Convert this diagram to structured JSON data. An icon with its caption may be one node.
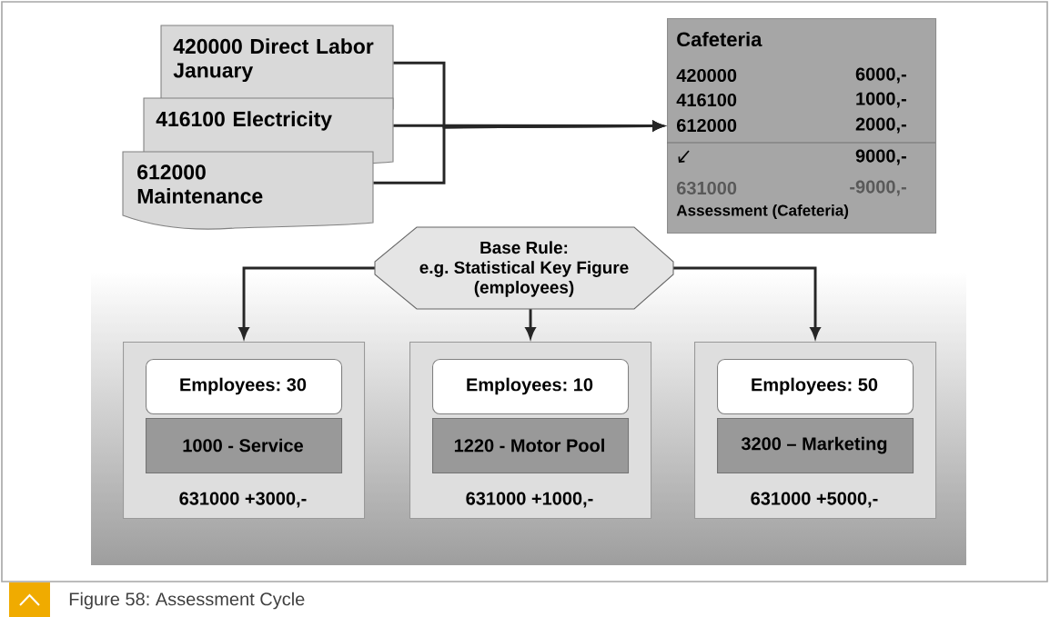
{
  "diagram": {
    "caption": "Figure 58: Assessment Cycle",
    "nodes": [
      {
        "text": [
          "420000 Direct Labor January"
        ]
      },
      {
        "text": [
          "416100 Electricity"
        ]
      },
      {
        "text": [
          "612000 Maintenance"
        ]
      },
      {
        "text": [
          "Cafeteria",
          "420000",
          "6000,-",
          "416100",
          "1000,-",
          "612000",
          "2000,-",
          "9000,-",
          "631000",
          "-9000,-",
          "Assessment (Cafeteria)"
        ]
      },
      {
        "text": [
          "Base Rule: e.g. Statistical Key Figure (employees)"
        ]
      },
      {
        "text": [
          "631000 +3000,-"
        ]
      },
      {
        "text": [
          "Employees: 30"
        ],
        "in": 5
      },
      {
        "text": [
          "1000 - Service"
        ],
        "in": 5
      },
      {
        "text": [
          "631000 +1000,-"
        ]
      },
      {
        "text": [
          "Employees: 10"
        ],
        "in": 8
      },
      {
        "text": [
          "1220 - Motor Pool"
        ],
        "in": 8
      },
      {
        "text": [
          "631000 +5000,-"
        ]
      },
      {
        "text": [
          "Employees: 50"
        ],
        "in": 11
      },
      {
        "text": [
          "3200 – Marketing"
        ],
        "in": 11
      }
    ],
    "edges": [
      {
        "from": 0,
        "to": 3,
        "arrow": "to"
      },
      {
        "from": 1,
        "to": 3,
        "arrow": "to"
      },
      {
        "from": 2,
        "to": 3,
        "arrow": "to"
      },
      {
        "from": 4,
        "to": 5,
        "arrow": "to"
      },
      {
        "from": 4,
        "to": 8,
        "arrow": "to"
      },
      {
        "from": 4,
        "to": 11,
        "arrow": "to"
      }
    ]
  }
}
